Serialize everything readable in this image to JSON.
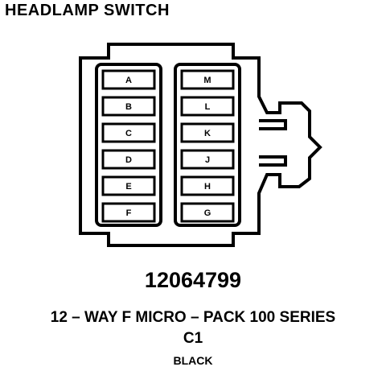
{
  "title": "HEADLAMP SWITCH",
  "connector": {
    "part_number": "12064799",
    "series": "12 – WAY F MICRO – PACK 100 SERIES",
    "id": "C1",
    "color": "BLACK"
  },
  "pins": {
    "left": [
      "A",
      "B",
      "C",
      "D",
      "E",
      "F"
    ],
    "right": [
      "M",
      "L",
      "K",
      "J",
      "H",
      "G"
    ]
  }
}
